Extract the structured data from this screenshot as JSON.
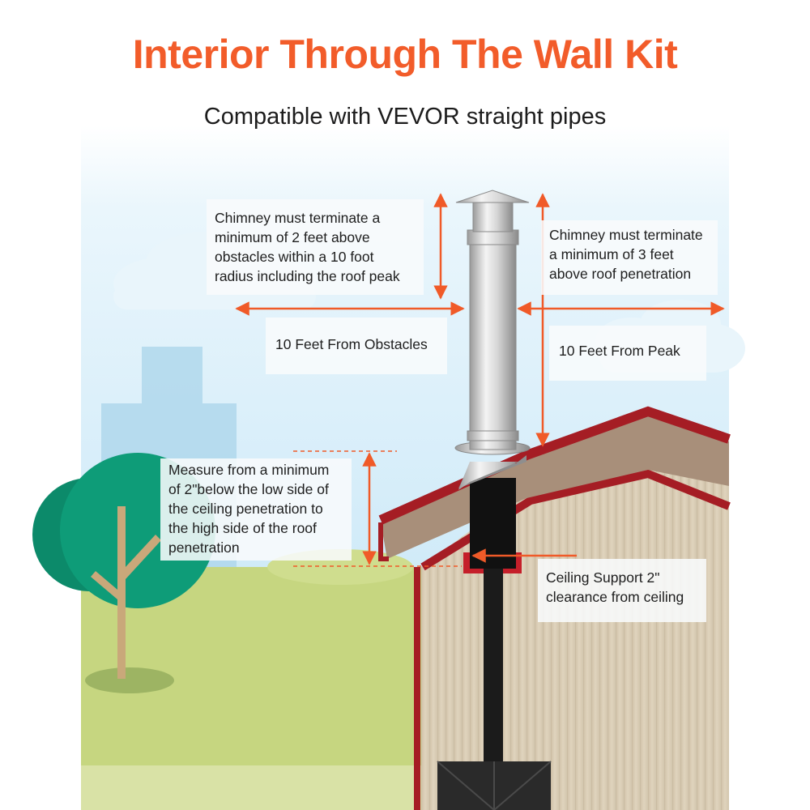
{
  "header": {
    "title": "Interior Through The Wall Kit",
    "subtitle": "Compatible with VEVOR straight pipes"
  },
  "annotations": {
    "chimney_radius_rule": "Chimney must terminate a minimum of 2 feet above obstacles within a 10 foot radius including the roof peak",
    "chimney_roof_rule": "Chimney must terminate a minimum of 3 feet above roof penetration",
    "obstacles_distance": "10 Feet From Obstacles",
    "peak_distance": "10 Feet From Peak",
    "measure_rule": "Measure from a minimum of 2\"below the low side of the ceiling penetration to the high side of the roof penetration",
    "ceiling_support": "Ceiling Support 2\" clearance from ceiling"
  },
  "colors": {
    "accent": "#f25c2a",
    "arrow": "#f05a28",
    "roof_trim": "#a51d24",
    "roof_top": "#a88f7a",
    "wall": "#d9ccb4",
    "grass": "#c6d680",
    "sky": "#bfe3f6",
    "tree": "#0e9c78",
    "pipe_dark": "#1b1b1b"
  }
}
